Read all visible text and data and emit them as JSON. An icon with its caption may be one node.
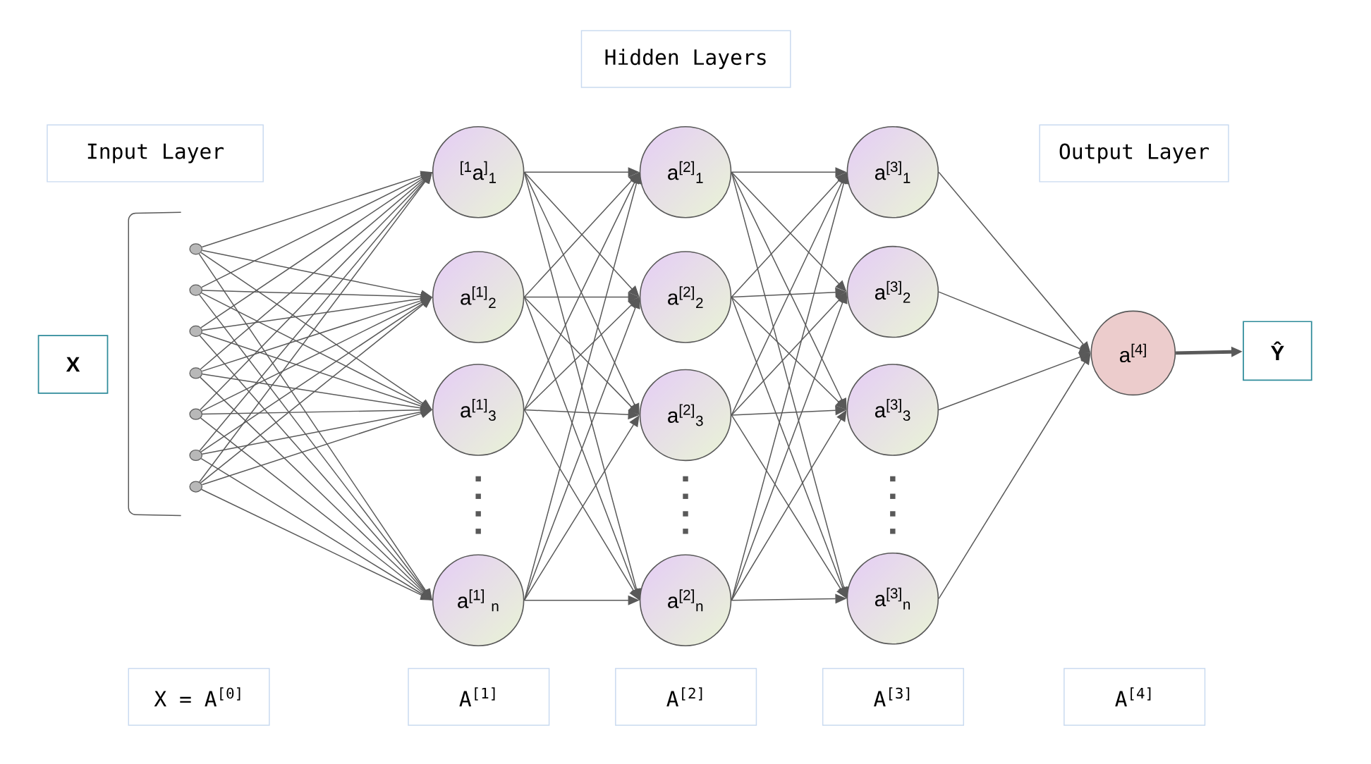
{
  "diagram": {
    "nodes": [
      {
        "text": [
          "Hidden Layers"
        ]
      },
      {
        "text": [
          "Input Layer"
        ]
      },
      {
        "text": [
          "Output Layer"
        ]
      },
      {
        "text": [
          "X"
        ]
      },
      {
        "text": [],
        "shape": "circle"
      },
      {
        "text": [],
        "shape": "circle"
      },
      {
        "text": [],
        "shape": "circle"
      },
      {
        "text": [],
        "shape": "circle"
      },
      {
        "text": [],
        "shape": "circle"
      },
      {
        "text": [],
        "shape": "circle"
      },
      {
        "text": [],
        "shape": "circle"
      },
      {
        "text": [
          "$^{[1}$a$^{]}$$_{1}$"
        ]
      },
      {
        "text": [
          "a$^{[1]}$$_{2}$"
        ]
      },
      {
        "text": [
          "a$^{[1]}$$_{3}$"
        ]
      },
      {
        "text": [
          "a$^{[1]}$ $_{n}$"
        ]
      },
      {
        "text": [
          "a$^{[2]}$$_{1}$"
        ]
      },
      {
        "text": [
          "a$^{[2]}$$_{2}$"
        ]
      },
      {
        "text": [
          "a$^{[2]}$$_{3}$"
        ]
      },
      {
        "text": [
          "a$^{[2]}$$_{n}$"
        ]
      },
      {
        "text": [
          "a$^{[3]}$$_{1}$"
        ]
      },
      {
        "text": [
          "a$^{[3]}$$_{2}$"
        ]
      },
      {
        "text": [
          "a$^{[3]}$$_{3}$"
        ]
      },
      {
        "text": [
          "a$^{[3]}$$_{n}$"
        ]
      },
      {
        "text": [
          "a$^{[4]}$"
        ]
      },
      {
        "text": [
          "Ŷ"
        ]
      },
      {
        "text": [
          "X = A$^{[0]}$"
        ]
      },
      {
        "text": [
          "A$^{[1]}$"
        ]
      },
      {
        "text": [
          "A$^{[2]}$"
        ]
      },
      {
        "text": [
          "A$^{[3]}$"
        ]
      },
      {
        "text": [
          "A$^{[4]}$"
        ]
      }
    ],
    "edges": [
      {
        "from": 4,
        "to": 11,
        "arrow": "to"
      },
      {
        "from": 4,
        "to": 12,
        "arrow": "to"
      },
      {
        "from": 4,
        "to": 13,
        "arrow": "to"
      },
      {
        "from": 4,
        "to": 14,
        "arrow": "to"
      },
      {
        "from": 5,
        "to": 11,
        "arrow": "to"
      },
      {
        "from": 5,
        "to": 12,
        "arrow": "to"
      },
      {
        "from": 5,
        "to": 13,
        "arrow": "to"
      },
      {
        "from": 5,
        "to": 14,
        "arrow": "to"
      },
      {
        "from": 6,
        "to": 11,
        "arrow": "to"
      },
      {
        "from": 6,
        "to": 12,
        "arrow": "to"
      },
      {
        "from": 6,
        "to": 13,
        "arrow": "to"
      },
      {
        "from": 6,
        "to": 14,
        "arrow": "to"
      },
      {
        "from": 7,
        "to": 11,
        "arrow": "to"
      },
      {
        "from": 7,
        "to": 12,
        "arrow": "to"
      },
      {
        "from": 7,
        "to": 13,
        "arrow": "to"
      },
      {
        "from": 7,
        "to": 14,
        "arrow": "to"
      },
      {
        "from": 8,
        "to": 11,
        "arrow": "to"
      },
      {
        "from": 8,
        "to": 12,
        "arrow": "to"
      },
      {
        "from": 8,
        "to": 13,
        "arrow": "to"
      },
      {
        "from": 8,
        "to": 14,
        "arrow": "to"
      },
      {
        "from": 9,
        "to": 11,
        "arrow": "to"
      },
      {
        "from": 9,
        "to": 12,
        "arrow": "to"
      },
      {
        "from": 9,
        "to": 13,
        "arrow": "to"
      },
      {
        "from": 9,
        "to": 14,
        "arrow": "to"
      },
      {
        "from": 10,
        "to": 11,
        "arrow": "to"
      },
      {
        "from": 10,
        "to": 12,
        "arrow": "to"
      },
      {
        "from": 10,
        "to": 13,
        "arrow": "to"
      },
      {
        "from": 10,
        "to": 14,
        "arrow": "to"
      },
      {
        "from": 11,
        "to": 15,
        "arrow": "to"
      },
      {
        "from": 11,
        "to": 16,
        "arrow": "to"
      },
      {
        "from": 11,
        "to": 17,
        "arrow": "to"
      },
      {
        "from": 11,
        "to": 18,
        "arrow": "to"
      },
      {
        "from": 12,
        "to": 15,
        "arrow": "to"
      },
      {
        "from": 12,
        "to": 16,
        "arrow": "to"
      },
      {
        "from": 12,
        "to": 17,
        "arrow": "to"
      },
      {
        "from": 12,
        "to": 18,
        "arrow": "to"
      },
      {
        "from": 13,
        "to": 15,
        "arrow": "to"
      },
      {
        "from": 13,
        "to": 16,
        "arrow": "to"
      },
      {
        "from": 13,
        "to": 17,
        "arrow": "to"
      },
      {
        "from": 13,
        "to": 18,
        "arrow": "to"
      },
      {
        "from": 14,
        "to": 15,
        "arrow": "to"
      },
      {
        "from": 14,
        "to": 16,
        "arrow": "to"
      },
      {
        "from": 14,
        "to": 17,
        "arrow": "to"
      },
      {
        "from": 14,
        "to": 18,
        "arrow": "to"
      },
      {
        "from": 15,
        "to": 19,
        "arrow": "to"
      },
      {
        "from": 15,
        "to": 20,
        "arrow": "to"
      },
      {
        "from": 15,
        "to": 21,
        "arrow": "to"
      },
      {
        "from": 15,
        "to": 22,
        "arrow": "to"
      },
      {
        "from": 16,
        "to": 19,
        "arrow": "to"
      },
      {
        "from": 16,
        "to": 20,
        "arrow": "to"
      },
      {
        "from": 16,
        "to": 21,
        "arrow": "to"
      },
      {
        "from": 16,
        "to": 22,
        "arrow": "to"
      },
      {
        "from": 17,
        "to": 19,
        "arrow": "to"
      },
      {
        "from": 17,
        "to": 20,
        "arrow": "to"
      },
      {
        "from": 17,
        "to": 21,
        "arrow": "to"
      },
      {
        "from": 17,
        "to": 22,
        "arrow": "to"
      },
      {
        "from": 18,
        "to": 19,
        "arrow": "to"
      },
      {
        "from": 18,
        "to": 20,
        "arrow": "to"
      },
      {
        "from": 18,
        "to": 21,
        "arrow": "to"
      },
      {
        "from": 18,
        "to": 22,
        "arrow": "to"
      },
      {
        "from": 19,
        "to": 23,
        "arrow": "to"
      },
      {
        "from": 20,
        "to": 23,
        "arrow": "to"
      },
      {
        "from": 21,
        "to": 23,
        "arrow": "to"
      },
      {
        "from": 22,
        "to": 23,
        "arrow": "to"
      },
      {
        "from": 23,
        "to": 24,
        "arrow": "to",
        "style": "thick"
      }
    ]
  }
}
